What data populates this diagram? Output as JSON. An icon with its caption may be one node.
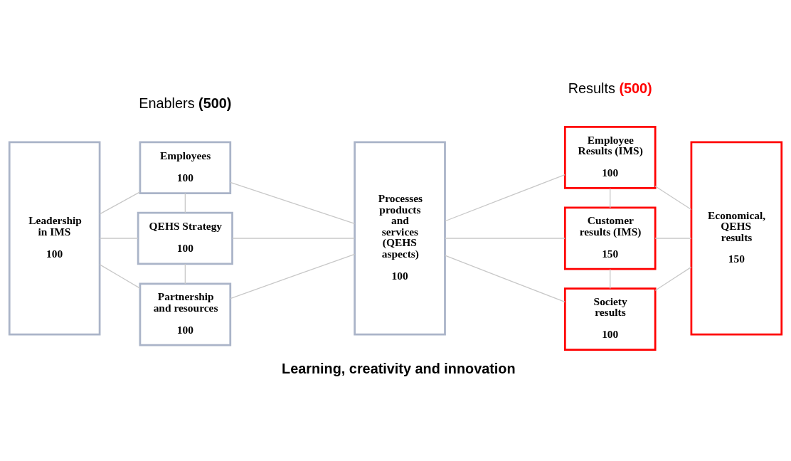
{
  "diagram": {
    "nodes": [
      {
        "text": [
          "Leadership in IMS",
          "100"
        ]
      },
      {
        "text": [
          "Employees",
          "100"
        ]
      },
      {
        "text": [
          "QEHS Strategy",
          "100"
        ]
      },
      {
        "text": [
          "Partnership and resources",
          "100"
        ]
      },
      {
        "text": [
          "Processes products and services (QEHS aspects)",
          "100"
        ]
      },
      {
        "text": [
          "Employee Results (IMS)",
          "100"
        ]
      },
      {
        "text": [
          "Customer results (IMS)",
          "150"
        ]
      },
      {
        "text": [
          "Society results",
          "100"
        ]
      },
      {
        "text": [
          "Economical, QEHS results",
          "150"
        ]
      }
    ],
    "edges": [
      {
        "from": 0,
        "to": 1,
        "arrow": "none"
      },
      {
        "from": 0,
        "to": 2,
        "arrow": "none"
      },
      {
        "from": 0,
        "to": 3,
        "arrow": "none"
      },
      {
        "from": 1,
        "to": 2,
        "arrow": "none"
      },
      {
        "from": 2,
        "to": 3,
        "arrow": "none"
      },
      {
        "from": 1,
        "to": 4,
        "arrow": "none"
      },
      {
        "from": 2,
        "to": 4,
        "arrow": "none"
      },
      {
        "from": 3,
        "to": 4,
        "arrow": "none"
      },
      {
        "from": 4,
        "to": 5,
        "arrow": "none"
      },
      {
        "from": 4,
        "to": 6,
        "arrow": "none"
      },
      {
        "from": 4,
        "to": 7,
        "arrow": "none"
      },
      {
        "from": 5,
        "to": 6,
        "arrow": "none"
      },
      {
        "from": 6,
        "to": 7,
        "arrow": "none"
      },
      {
        "from": 5,
        "to": 8,
        "arrow": "none"
      },
      {
        "from": 6,
        "to": 8,
        "arrow": "none"
      },
      {
        "from": 7,
        "to": 8,
        "arrow": "none"
      }
    ],
    "labels": [
      "Enablers **(500)**",
      "Results **(500)**",
      "Learning, creativity and innovation"
    ]
  }
}
